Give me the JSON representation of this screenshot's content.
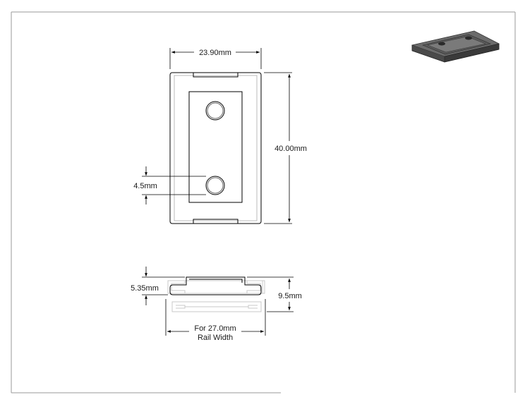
{
  "drawing": {
    "dimensions": {
      "width_label": "23.90mm",
      "height_label": "40.00mm",
      "hole_label": "4.5mm",
      "thickness_label": "5.35mm",
      "total_height_label": "9.5mm",
      "rail_width_line1": "For 27.0mm",
      "rail_width_line2": "Rail Width"
    },
    "colors": {
      "line": "#000000",
      "faint_line": "#c8c8c8",
      "border": "#9a9a9a",
      "part_body": "#4a4a4a",
      "part_top": "#6b6b6b"
    }
  }
}
